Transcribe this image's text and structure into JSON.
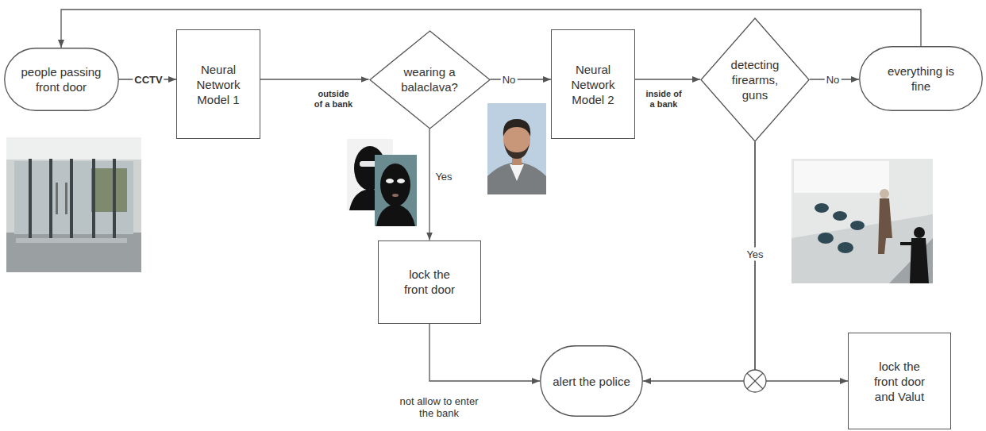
{
  "diagram": {
    "nodes": [
      {
        "text": [
          "people passing front door"
        ]
      },
      {
        "text": [
          "Neural Network Model 1"
        ]
      },
      {
        "text": [
          "wearing a balaclava?"
        ]
      },
      {
        "text": [
          "Neural Network Model 2"
        ]
      },
      {
        "text": [
          "detecting firearms, guns"
        ]
      },
      {
        "text": [
          "everything is fine"
        ]
      },
      {
        "text": [
          "lock the front door"
        ]
      },
      {
        "text": [
          "alert the police"
        ]
      },
      {
        "text": [
          "lock the front door and Valut"
        ]
      }
    ],
    "edges": [
      {
        "from": 0,
        "to": 1,
        "label": "CCTV",
        "arrow": "to"
      },
      {
        "from": 1,
        "to": 2,
        "label": "outside of a bank",
        "arrow": "to"
      },
      {
        "from": 2,
        "to": 3,
        "label": "No",
        "arrow": "to"
      },
      {
        "from": 2,
        "to": 6,
        "label": "Yes",
        "arrow": "to"
      },
      {
        "from": 3,
        "to": 4,
        "label": "inside of a bank",
        "arrow": "to"
      },
      {
        "from": 4,
        "to": 5,
        "label": "No",
        "arrow": "to"
      },
      {
        "from": 5,
        "to": 0,
        "arrow": "to"
      },
      {
        "from": 6,
        "to": 7,
        "label": "not allow to enter the bank",
        "arrow": "to"
      },
      {
        "from": 4,
        "to": 7,
        "label": "Yes",
        "arrow": "to"
      },
      {
        "from": 4,
        "to": 8,
        "arrow": "to"
      }
    ]
  }
}
